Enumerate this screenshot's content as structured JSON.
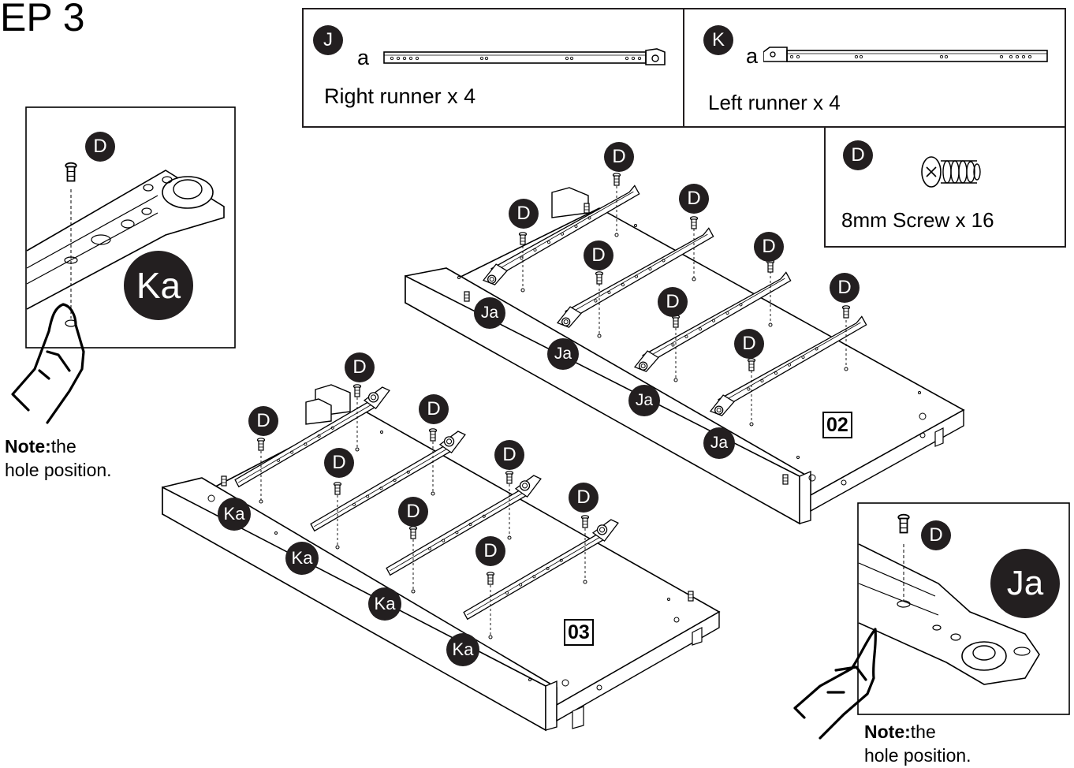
{
  "header": {
    "title": "EP 3"
  },
  "parts": {
    "j": {
      "letter": "J",
      "sub": "a",
      "label": "Right runner x 4"
    },
    "k": {
      "letter": "K",
      "sub": "a",
      "label": "Left runner x 4"
    },
    "d": {
      "letter": "D",
      "label": "8mm Screw x 16"
    }
  },
  "details": {
    "left": {
      "badge": "Ka",
      "screw": "D",
      "note_bold": "Note:",
      "note_rest": "the",
      "note_line2": "hole position."
    },
    "right": {
      "badge": "Ja",
      "screw": "D",
      "note_bold": "Note:",
      "note_rest": "the",
      "note_line2": "hole position."
    }
  },
  "panels": {
    "p02": {
      "label": "02",
      "runner_badge": "Ja",
      "screw_badge": "D"
    },
    "p03": {
      "label": "03",
      "runner_badge": "Ka",
      "screw_badge": "D"
    }
  },
  "colors": {
    "ink": "#231f20",
    "paper": "#ffffff"
  }
}
